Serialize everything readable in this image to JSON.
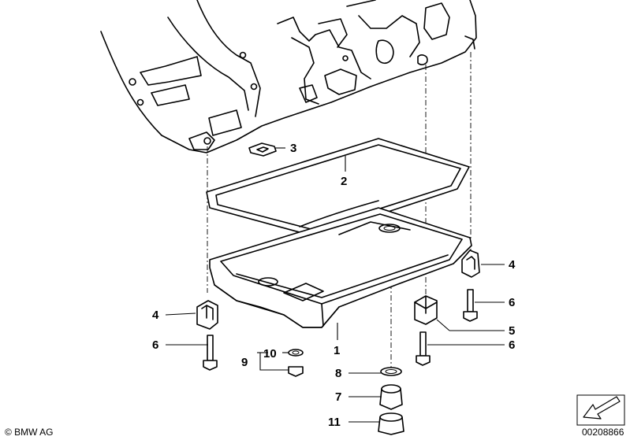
{
  "callouts": {
    "c1": "1",
    "c2": "2",
    "c3": "3",
    "c4a": "4",
    "c4b": "4",
    "c5": "5",
    "c6a": "6",
    "c6b": "6",
    "c6c": "6",
    "c7": "7",
    "c8": "8",
    "c9": "9",
    "c10": "10",
    "c11": "11"
  },
  "footer": {
    "copyright": "© BMW AG",
    "diagram_id": "00208866"
  },
  "icon_names": {
    "arrow": "view-direction-arrow-icon"
  }
}
